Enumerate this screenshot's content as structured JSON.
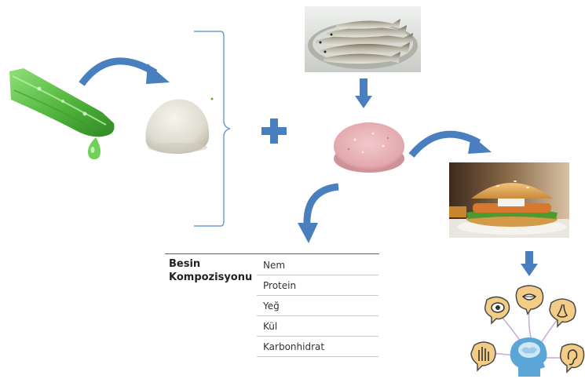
{
  "diagram": {
    "composition_table": {
      "title_line1": "Besin",
      "title_line2": "Kompozisyonu",
      "items": [
        "Nem",
        "Protein",
        "Yeğ",
        "Kül",
        "Karbonhidrat"
      ]
    },
    "colors": {
      "arrow_blue": "#4a7fbf",
      "bracket_blue": "#6e9ed6",
      "aloe_green": "#5ec046",
      "patty_pink": "#e8b4b8"
    },
    "icons": [
      "aloe-vera-leaf",
      "powder-pile",
      "fish-image",
      "raw-patty",
      "fish-burger",
      "senses-head"
    ]
  }
}
